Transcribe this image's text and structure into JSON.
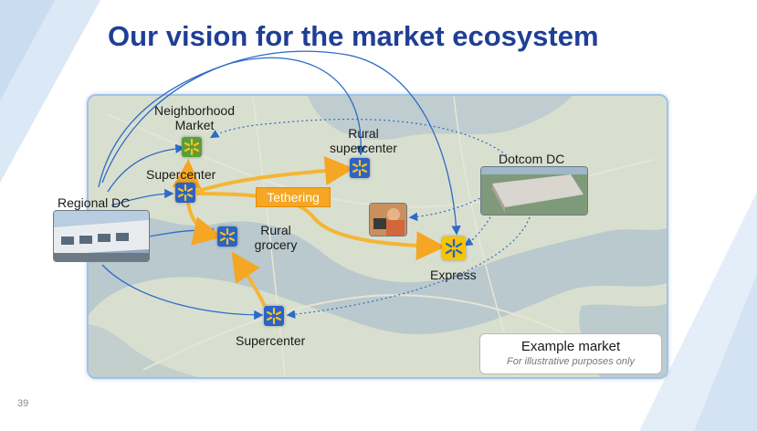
{
  "title": "Our vision for the market ecosystem",
  "page_number": "39",
  "nodes": {
    "neighborhood_market": "Neighborhood Market",
    "rural_supercenter": "Rural supercenter",
    "supercenter_top": "Supercenter",
    "tethering": "Tethering",
    "regional_dc": "Regional DC",
    "rural_grocery": "Rural grocery",
    "dotcom_dc": "Dotcom DC",
    "express": "Express",
    "supercenter_bottom": "Supercenter"
  },
  "legend": {
    "title": "Example market",
    "note": "For illustrative purposes only"
  },
  "colors": {
    "title": "#1f3f95",
    "supercenter_icon": "#2b63c6",
    "neighborhood_icon": "#5a9e3a",
    "express_icon": "#f6c400",
    "spark": "#ffc220",
    "tethering_arrow": "#f5b535",
    "supply_arrow": "#2d6bc6"
  },
  "icons": [
    "walmart-spark-icon",
    "tablet-shopper-photo",
    "distribution-center-photo"
  ]
}
